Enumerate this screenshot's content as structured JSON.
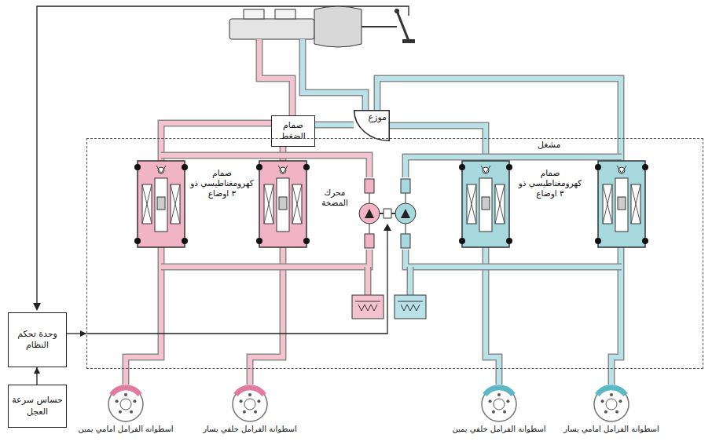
{
  "diagram": {
    "nodes": [
      {
        "text": [
          "صمام الضغط"
        ]
      },
      {
        "text": [
          "موزع"
        ]
      },
      {
        "text": [
          "مشغل"
        ]
      },
      {
        "text": [
          "وحدة تحكم النظام"
        ]
      },
      {
        "text": [
          "حساس سرعة العجل"
        ]
      },
      {
        "text": [
          "اسطوانة الفرامل امامي يمين"
        ]
      },
      {
        "text": [
          "اسطوانة الفرامل خلفي يسار"
        ]
      },
      {
        "text": [
          "اسطوانة الفرامل خلفي يمين"
        ]
      },
      {
        "text": [
          "اسطوانة الفرامل امامي يسار"
        ]
      }
    ],
    "edges": [
      {
        "from": 0,
        "to": 5,
        "arrow": "none"
      },
      {
        "from": 0,
        "to": 6,
        "arrow": "none"
      },
      {
        "from": 0,
        "to": 1,
        "arrow": "none"
      },
      {
        "from": 1,
        "to": 7,
        "arrow": "none"
      },
      {
        "from": 1,
        "to": 8,
        "arrow": "none"
      },
      {
        "from": 4,
        "to": 3,
        "arrow": "to"
      },
      {
        "from": 3,
        "to": 2,
        "arrow": "to"
      }
    ],
    "labels": [
      "صمام كهرومغناطيسي ذو ٣ اوضاع",
      "محرك المضخة",
      "صمام كهرومغناطيسي ذو ٣ اوضاع"
    ]
  }
}
